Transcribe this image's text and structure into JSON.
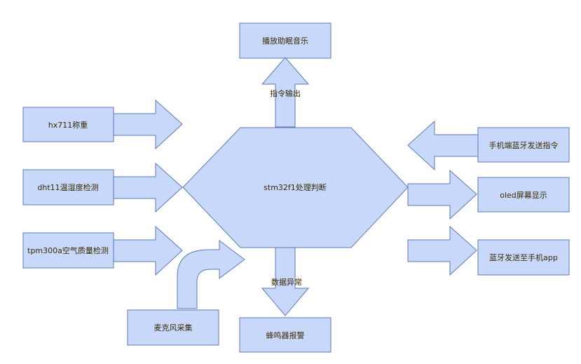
{
  "center": {
    "label": "stm32f1处理判断"
  },
  "nodes": {
    "sleep_music": "播放助眠音乐",
    "hx711": "hx711称重",
    "dht11": "dht11温湿度检测",
    "tpm300a": "tpm300a空气质量检测",
    "microphone": "麦克风采集",
    "buzzer": "蜂鸣器报警",
    "phone_bluetooth": "手机端蓝牙发送指令",
    "oled": "oled屏幕显示",
    "bluetooth_app": "蓝牙发送至手机app"
  },
  "edges": {
    "command_output": "指令输出",
    "data_abnormal": "数据异常"
  },
  "colors": {
    "fill": "#c7d8fb",
    "stroke": "#5e7ab8",
    "text": "#3a2a00"
  }
}
